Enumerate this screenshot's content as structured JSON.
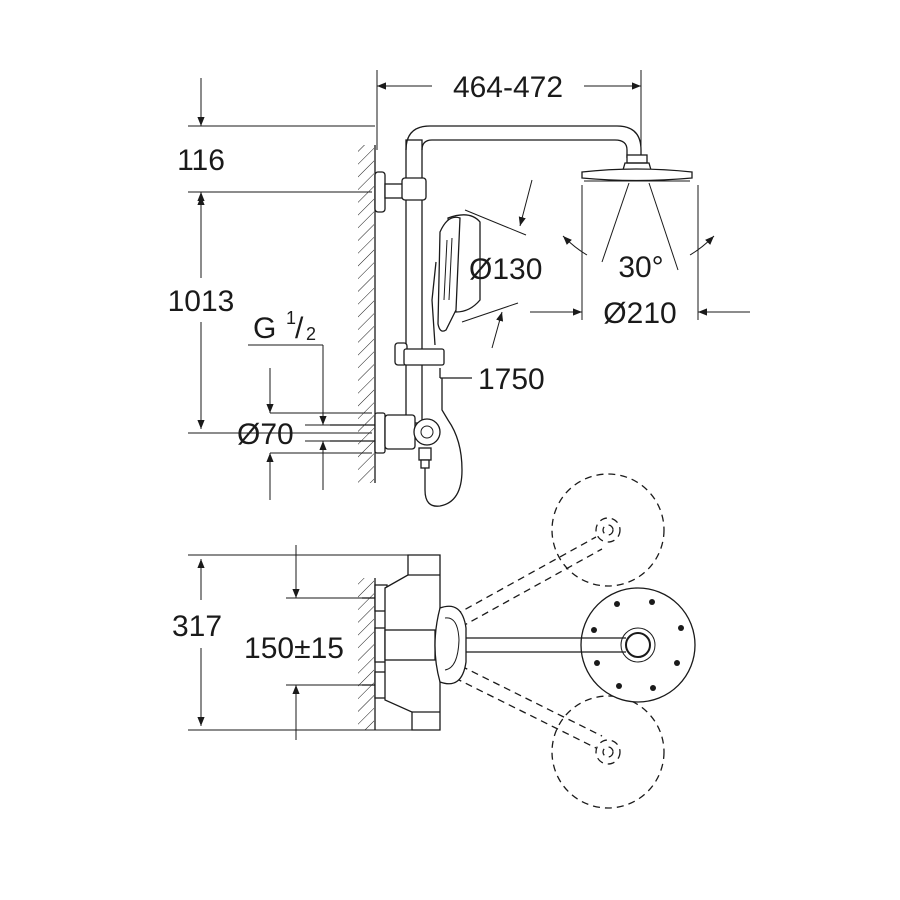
{
  "dimensions": {
    "width_range": "464-472",
    "arm_height": "116",
    "rail_height": "1013",
    "thread_prefix": "G",
    "thread_num": "1",
    "thread_den": "2",
    "inlet_diameter": "Ø70",
    "handshower_diameter": "Ø130",
    "spray_angle": "30°",
    "head_diameter": "Ø210",
    "hose_length": "1750",
    "depth": "317",
    "inlet_spacing": "150±15"
  }
}
